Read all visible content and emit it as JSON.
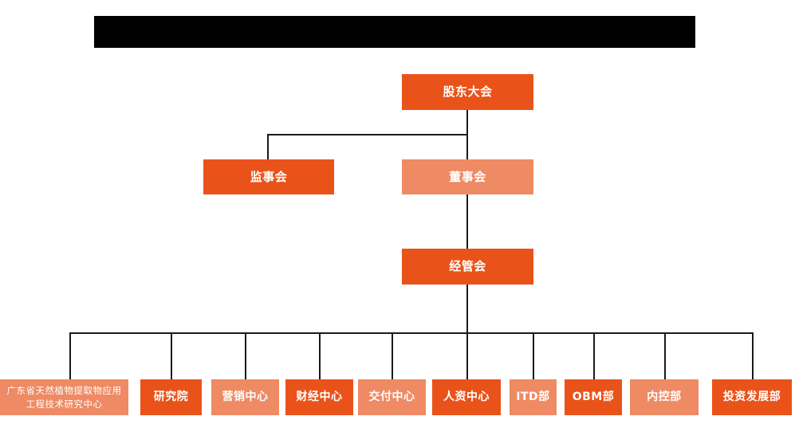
{
  "page": {
    "title_bar": {
      "label": "",
      "color": "#000000"
    },
    "background_color": "#ffffff",
    "connector_color": "#1a1a1a"
  },
  "palette": {
    "primary": "#e9531a",
    "secondary": "#ee8a64",
    "text": "#ffffff"
  },
  "chart_data": {
    "type": "org-chart",
    "title": "",
    "levels": [
      {
        "level": 1,
        "nodes": [
          {
            "id": "shareholders",
            "label": "股东大会",
            "color": "primary"
          }
        ]
      },
      {
        "level": 2,
        "nodes": [
          {
            "id": "supervisors",
            "label": "监事会",
            "color": "primary"
          },
          {
            "id": "directors",
            "label": "董事会",
            "color": "secondary"
          }
        ]
      },
      {
        "level": 3,
        "nodes": [
          {
            "id": "management",
            "label": "经管会",
            "color": "primary"
          }
        ]
      },
      {
        "level": 4,
        "nodes": [
          {
            "id": "engineering-center",
            "label": "广东省天然植物提取物应用工程技术研究中心",
            "color": "secondary"
          },
          {
            "id": "research-institute",
            "label": "研究院",
            "color": "primary"
          },
          {
            "id": "marketing-center",
            "label": "营销中心",
            "color": "secondary"
          },
          {
            "id": "finance-center",
            "label": "财经中心",
            "color": "primary"
          },
          {
            "id": "delivery-center",
            "label": "交付中心",
            "color": "secondary"
          },
          {
            "id": "hr-center",
            "label": "人资中心",
            "color": "primary"
          },
          {
            "id": "itd-dept",
            "label": "ITD部",
            "color": "secondary"
          },
          {
            "id": "obm-dept",
            "label": "OBM部",
            "color": "primary"
          },
          {
            "id": "internal-control-dept",
            "label": "内控部",
            "color": "secondary"
          },
          {
            "id": "investment-development-dept",
            "label": "投资发展部",
            "color": "primary"
          }
        ]
      }
    ],
    "edges": [
      {
        "from": "shareholders",
        "to": "supervisors"
      },
      {
        "from": "shareholders",
        "to": "directors"
      },
      {
        "from": "directors",
        "to": "management"
      },
      {
        "from": "management",
        "to": "engineering-center"
      },
      {
        "from": "management",
        "to": "research-institute"
      },
      {
        "from": "management",
        "to": "marketing-center"
      },
      {
        "from": "management",
        "to": "finance-center"
      },
      {
        "from": "management",
        "to": "delivery-center"
      },
      {
        "from": "management",
        "to": "hr-center"
      },
      {
        "from": "management",
        "to": "itd-dept"
      },
      {
        "from": "management",
        "to": "obm-dept"
      },
      {
        "from": "management",
        "to": "internal-control-dept"
      },
      {
        "from": "management",
        "to": "investment-development-dept"
      }
    ]
  }
}
